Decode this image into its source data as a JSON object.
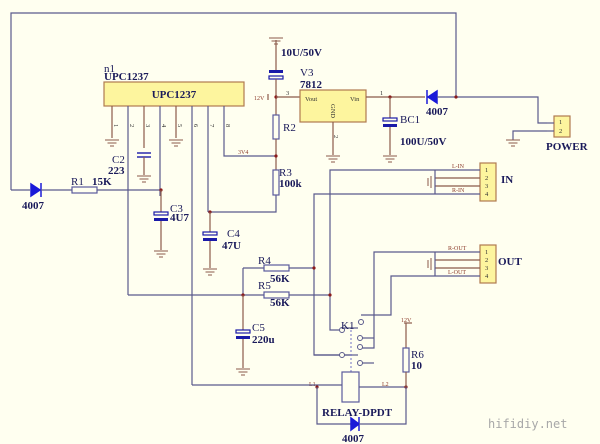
{
  "title": "UPC1237 speaker protection circuit",
  "watermark": "hifidiy.net",
  "colors": {
    "background": "#fffff0",
    "chip_fill": "#fdf59e",
    "wire_blue": "#5a5a8c",
    "wire_red": "#8b5a4a",
    "diode": "#1a1ad8",
    "capacitor": "#1a1aa8"
  },
  "ic": {
    "designator": "n1",
    "part": "UPC1237",
    "body_label": "UPC1237",
    "pins": [
      "1",
      "2",
      "3",
      "4",
      "5",
      "6",
      "7",
      "8"
    ],
    "net_3v4": "3V4"
  },
  "regulator": {
    "designator": "V3",
    "part": "7812",
    "vout": "Vout",
    "vin": "Vin",
    "gnd": "GND",
    "pin_out": "3",
    "pin_in": "1",
    "pin_gnd": "2",
    "net_12v": "12V"
  },
  "components": {
    "c_top": {
      "value": "10U/50V"
    },
    "bc1": {
      "designator": "BC1",
      "value": "100U/50V"
    },
    "d_power": {
      "value": "4007"
    },
    "d_left": {
      "value": "4007"
    },
    "d_relay": {
      "value": "4007"
    },
    "r1": {
      "designator": "R1",
      "value": "15K"
    },
    "r2": {
      "designator": "R2"
    },
    "r3": {
      "designator": "R3",
      "value": "100k"
    },
    "r4": {
      "designator": "R4",
      "value": "56K"
    },
    "r5": {
      "designator": "R5",
      "value": "56K"
    },
    "r6": {
      "designator": "R6",
      "value": "10",
      "net": "12V"
    },
    "c2": {
      "designator": "C2",
      "value": "223"
    },
    "c3": {
      "designator": "C3",
      "value": "4U7"
    },
    "c4": {
      "designator": "C4",
      "value": "47U"
    },
    "c5": {
      "designator": "C5",
      "value": "220u"
    },
    "k1": {
      "designator": "K1",
      "part": "RELAY-DPDT",
      "l1": "L1",
      "l2": "L2"
    }
  },
  "connectors": {
    "power": {
      "label": "POWER",
      "pins": [
        "1",
        "2"
      ]
    },
    "in": {
      "label": "IN",
      "pins": [
        "1",
        "2",
        "3",
        "4"
      ],
      "net1": "L-IN",
      "net4": "R-IN"
    },
    "out": {
      "label": "OUT",
      "pins": [
        "1",
        "2",
        "3",
        "4"
      ],
      "net1": "R-OUT",
      "net4": "L-OUT"
    }
  }
}
